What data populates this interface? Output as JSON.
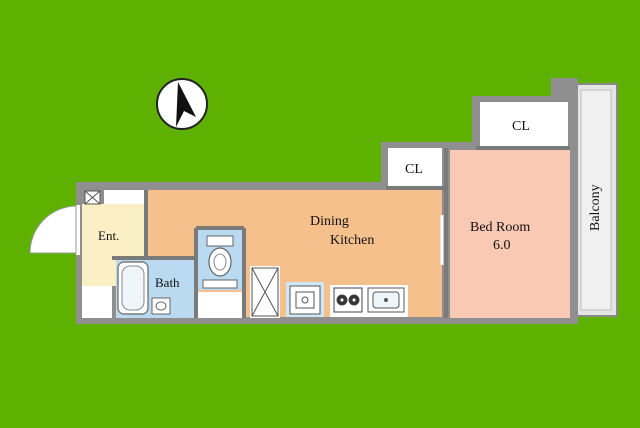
{
  "colors": {
    "background": "#5fb100",
    "dining_kitchen": "#f6c08c",
    "bedroom": "#f9c9b3",
    "entrance": "#fbf0c5",
    "bath": "#b9daf0",
    "walls": "#8a8a8a",
    "balcony": "#e4e4e4"
  },
  "icons": {
    "compass": "north-arrow-icon",
    "meter_box": "meter-box-icon",
    "bathtub": "bathtub-icon",
    "sink": "wash-basin-icon",
    "toilet": "toilet-icon",
    "stove": "stove-icon",
    "kitchen_sink": "kitchen-sink-icon",
    "washer": "washing-machine-icon"
  },
  "rooms": {
    "entrance": "Ent.",
    "bath": "Bath",
    "dining_kitchen_line1": "Dining",
    "dining_kitchen_line2": "Kitchen",
    "bedroom_name": "Bed Room",
    "bedroom_size": "6.0",
    "closet_upper": "CL",
    "closet_lower": "CL",
    "balcony": "Balcony"
  }
}
